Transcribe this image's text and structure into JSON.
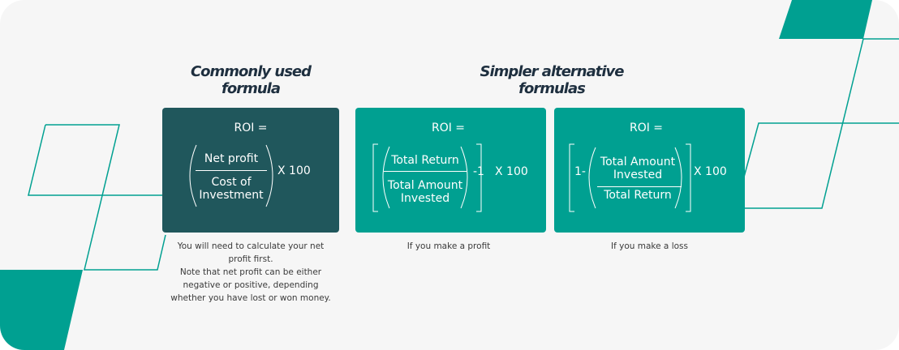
{
  "colors": {
    "background": "#f6f6f6",
    "teal": "#00a091",
    "dark_teal": "#20575c",
    "heading": "#1e2f3f",
    "caption": "#3a3a3a"
  },
  "headings": {
    "common": [
      "Commonly used",
      "formula"
    ],
    "alternatives": [
      "Simpler alternative",
      "formulas"
    ]
  },
  "cards": [
    {
      "roi_label": "ROI =",
      "numerator": "Net profit",
      "denominator": [
        "Cost of",
        "Investment"
      ],
      "multiplier": "X 100",
      "caption": [
        "You will need to calculate your net",
        "profit first.",
        "Note that net profit can be either",
        "negative or positive, depending",
        "whether you have lost or won money."
      ]
    },
    {
      "roi_label": "ROI =",
      "numerator": "Total Return",
      "denominator": [
        "Total Amount",
        "Invested"
      ],
      "suffix": "-1",
      "multiplier": "X 100",
      "caption": [
        "If you make a profit"
      ]
    },
    {
      "roi_label": "ROI =",
      "prefix": "1-",
      "numerator": [
        "Total Amount",
        "Invested"
      ],
      "denominator": "Total Return",
      "multiplier": "X 100",
      "caption": [
        "If you make a loss"
      ]
    }
  ]
}
